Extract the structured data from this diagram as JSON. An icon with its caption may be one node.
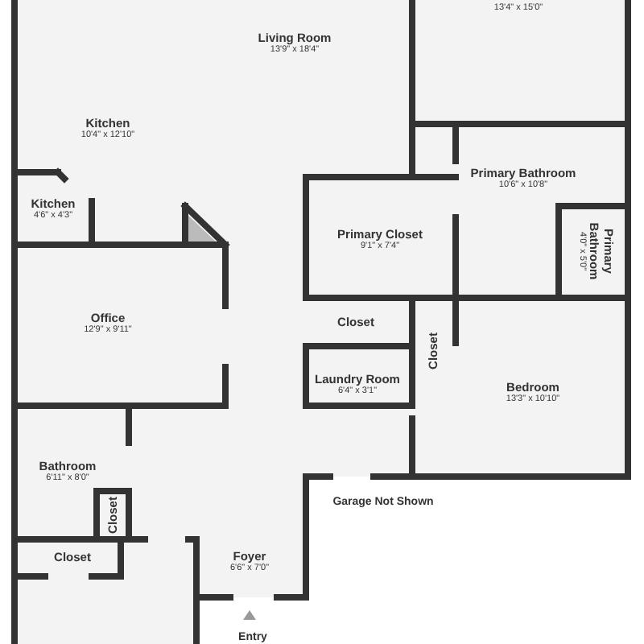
{
  "diagram": {
    "nodes": [
      {
        "text": [
          "Living Room",
          "13'9\" x 18'4\""
        ]
      },
      {
        "text": [
          "Kitchen",
          "10'4\" x 12'10\""
        ]
      },
      {
        "text": [
          "Primary Bathroom",
          "10'6\" x 10'8\""
        ]
      },
      {
        "text": [
          "Kitchen",
          "4'6\" x 4'3\""
        ]
      },
      {
        "text": [
          "Primary Closet",
          "9'1\" x 7'4\""
        ]
      },
      {
        "text": [
          "Primary Bathroom",
          "4'0\" x 5'0\""
        ]
      },
      {
        "text": [
          "Office",
          "12'9\" x 9'11\""
        ]
      },
      {
        "text": [
          "Closet"
        ]
      },
      {
        "text": [
          "Closet"
        ]
      },
      {
        "text": [
          "Laundry Room",
          "6'4\" x 3'1\""
        ]
      },
      {
        "text": [
          "Bedroom",
          "13'3\" x 10'10\""
        ]
      },
      {
        "text": [
          "Bathroom",
          "6'11\" x 8'0\""
        ]
      },
      {
        "text": [
          "Closet"
        ]
      },
      {
        "text": [
          "Closet"
        ]
      },
      {
        "text": [
          "Foyer",
          "6'6\" x 7'0\""
        ]
      }
    ],
    "labels": [
      "13'4\" x 15'0\"",
      "Garage Not Shown",
      "Entry"
    ]
  }
}
